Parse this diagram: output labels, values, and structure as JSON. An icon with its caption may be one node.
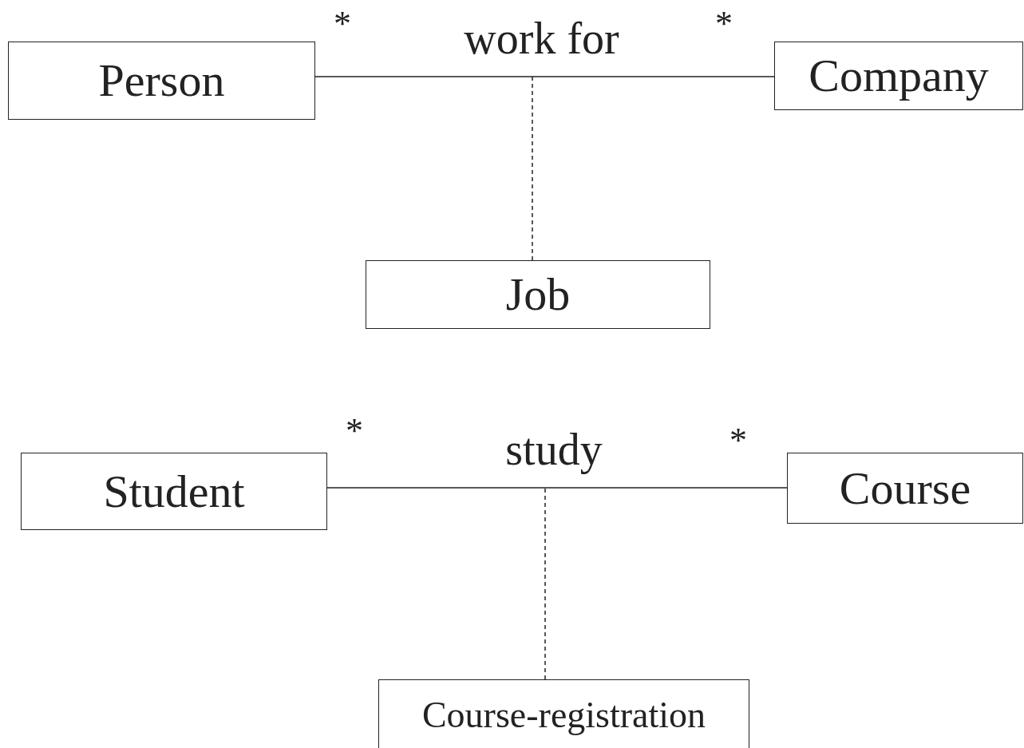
{
  "diagram": {
    "nodes": [
      {
        "text": [
          "Person"
        ]
      },
      {
        "text": [
          "Company"
        ]
      },
      {
        "text": [
          "Job"
        ]
      },
      {
        "text": [
          "Student"
        ]
      },
      {
        "text": [
          "Course"
        ]
      },
      {
        "text": [
          "Course-registration"
        ]
      }
    ],
    "edges": [
      {
        "from": 0,
        "to": 1,
        "arrow": "none",
        "label": "work for"
      },
      {
        "from": 2,
        "to": null,
        "arrow": "none",
        "style": "dashed"
      },
      {
        "from": 3,
        "to": 4,
        "arrow": "none",
        "label": "study"
      },
      {
        "from": 5,
        "to": null,
        "arrow": "none",
        "style": "dashed"
      }
    ],
    "labels": [
      "*",
      "*",
      "*",
      "*"
    ]
  }
}
